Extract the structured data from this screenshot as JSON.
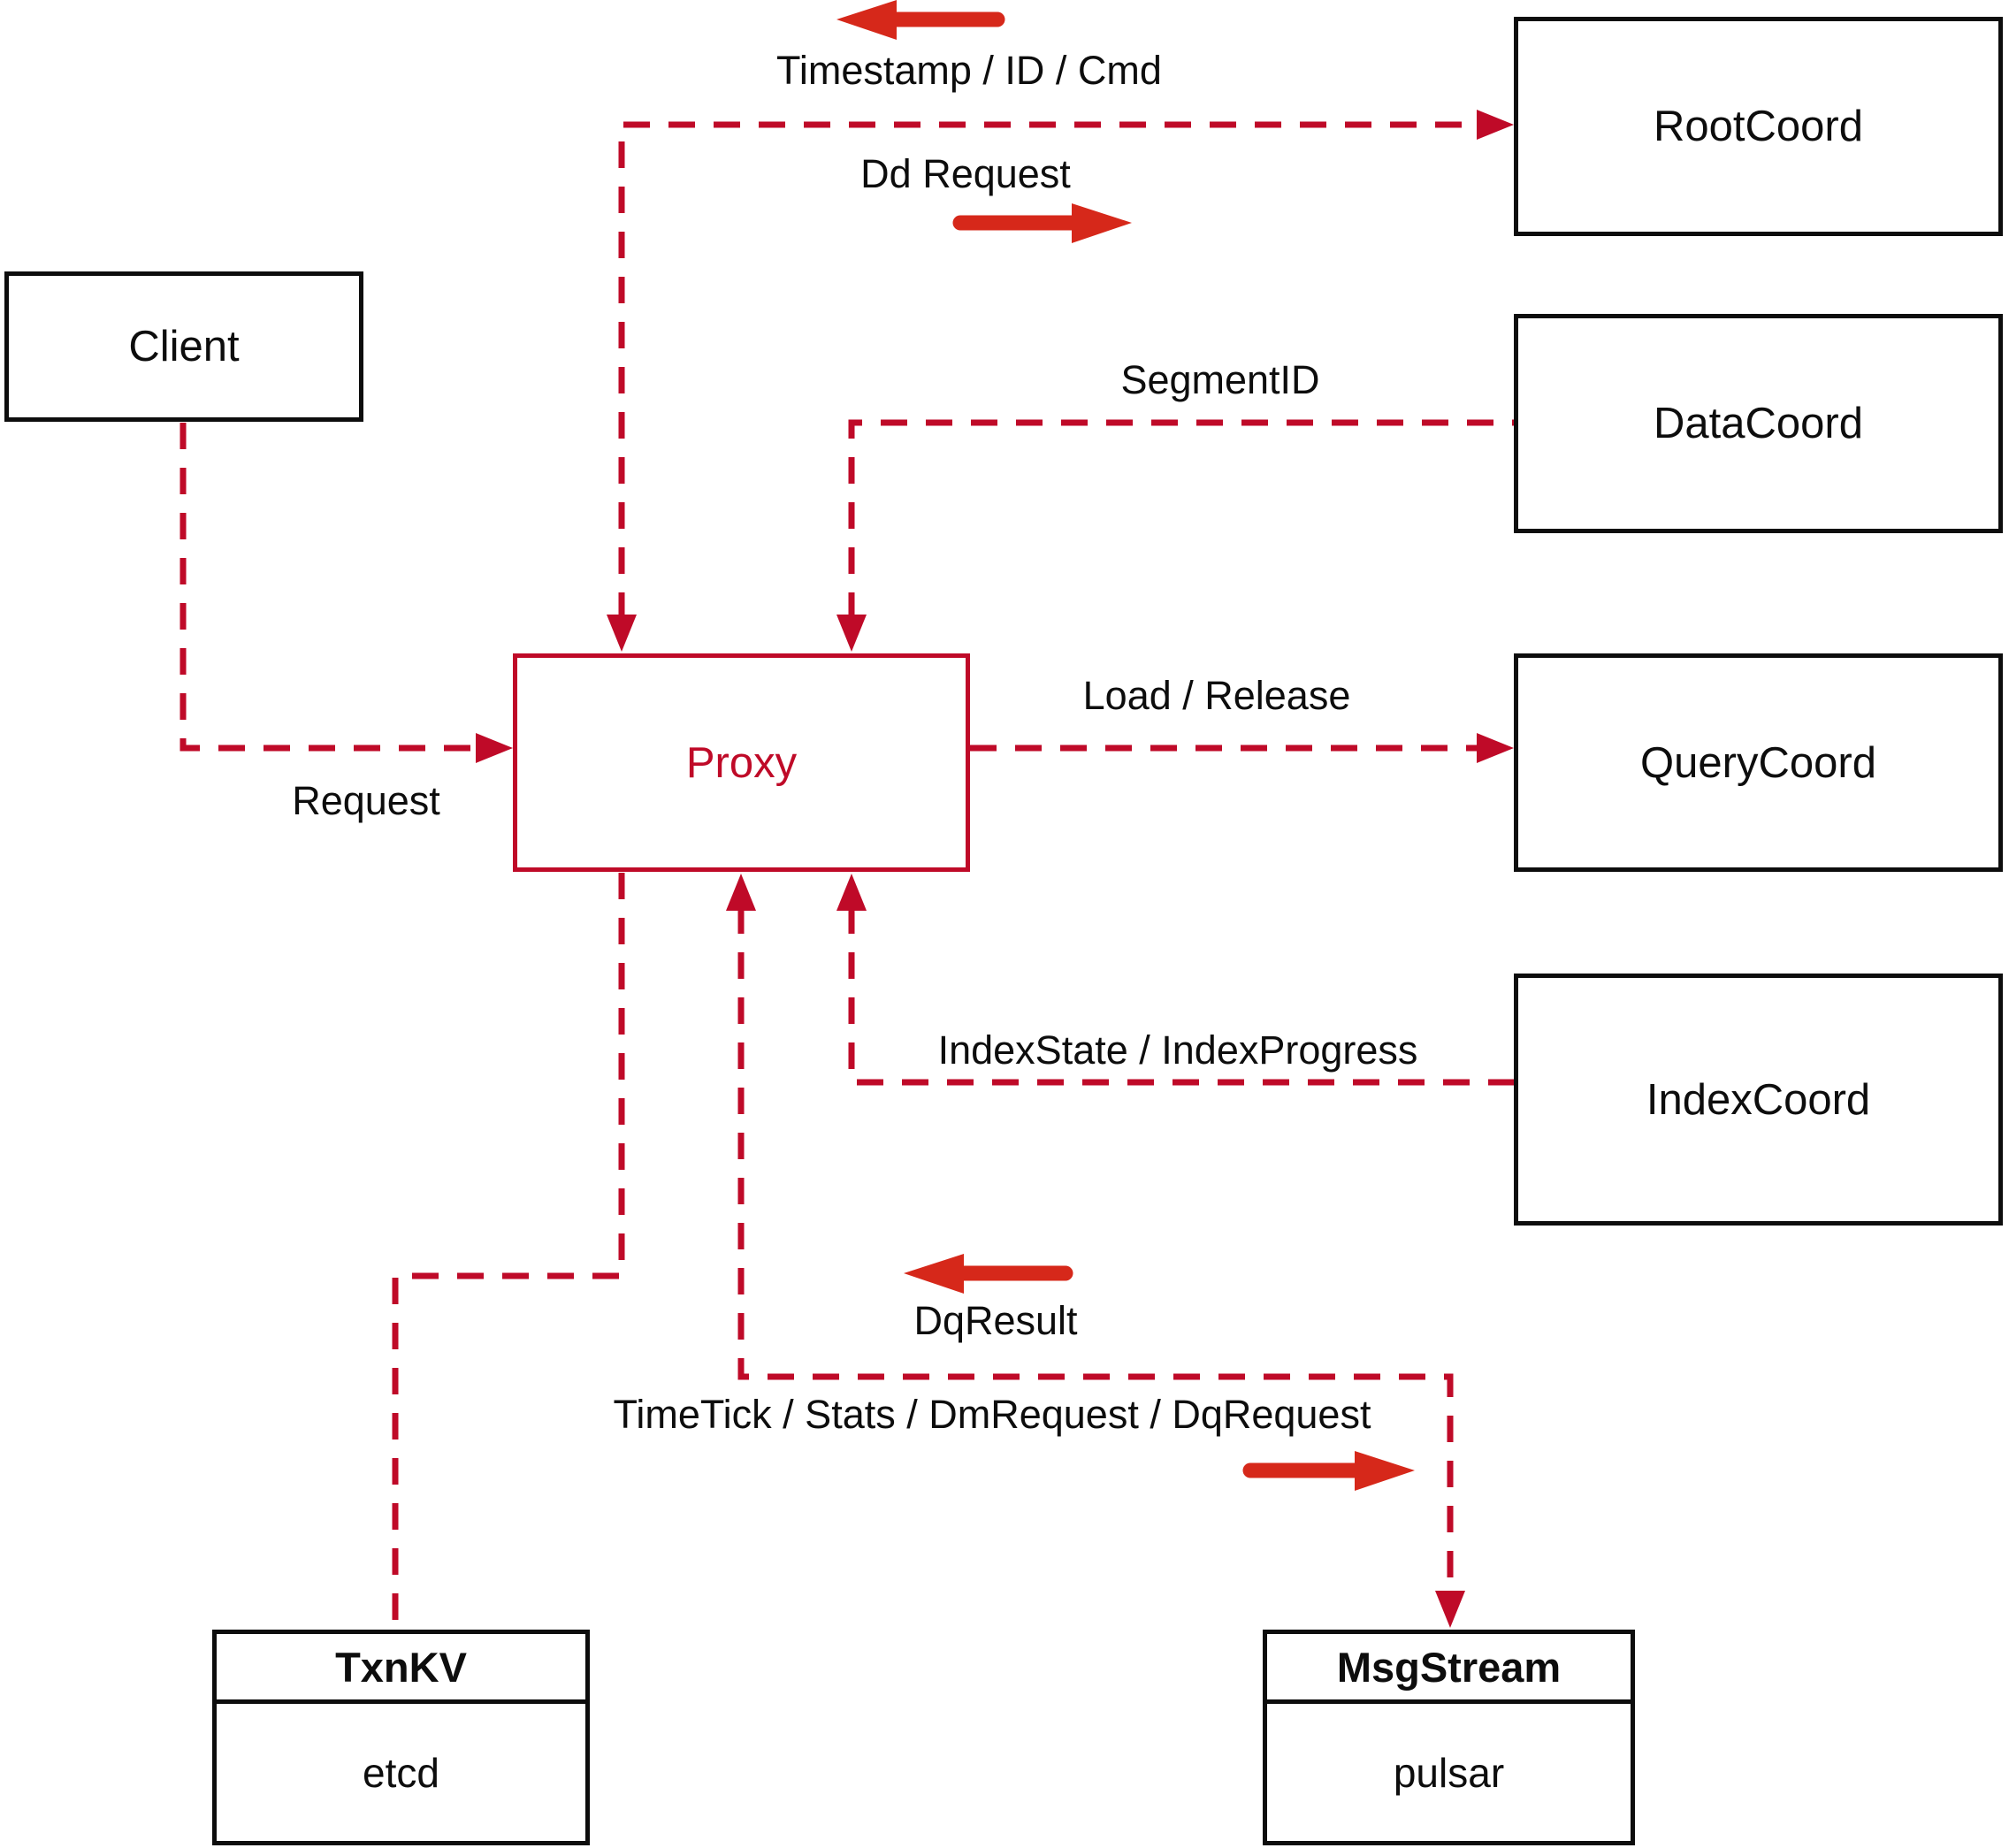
{
  "colors": {
    "dashed_line": "#bf0a28",
    "solid_arrow": "#d6281a",
    "box_border": "#0d0d0d",
    "text": "#0d0d0d",
    "background": "#ffffff"
  },
  "nodes": {
    "client": {
      "label": "Client"
    },
    "proxy": {
      "label": "Proxy"
    },
    "root_coord": {
      "label": "RootCoord"
    },
    "data_coord": {
      "label": "DataCoord"
    },
    "query_coord": {
      "label": "QueryCoord"
    },
    "index_coord": {
      "label": "IndexCoord"
    },
    "txn_kv": {
      "title": "TxnKV",
      "subtitle": "etcd"
    },
    "msg_stream": {
      "title": "MsgStream",
      "subtitle": "pulsar"
    }
  },
  "edge_labels": {
    "timestamp_id_cmd": "Timestamp / ID / Cmd",
    "dd_request": "Dd Request",
    "segment_id": "SegmentID",
    "request": "Request",
    "load_release": "Load / Release",
    "index_state_progress": "IndexState / IndexProgress",
    "dq_result": "DqResult",
    "time_tick": "TimeTick / Stats / DmRequest / DqRequest"
  }
}
